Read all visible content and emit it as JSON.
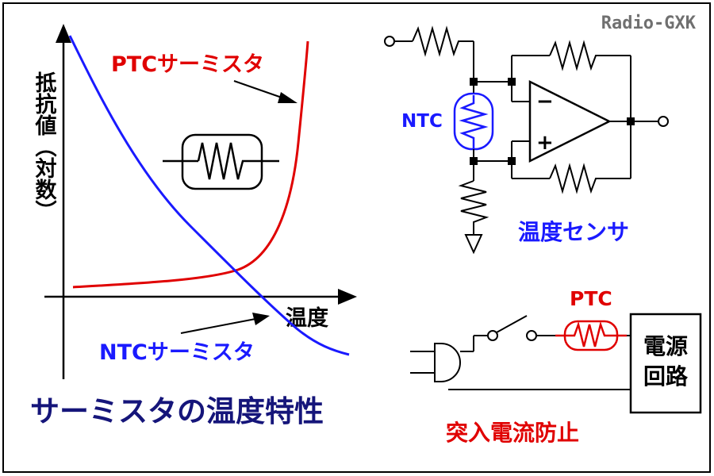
{
  "watermark": "Radio-GXK",
  "graph": {
    "y_axis_label": "抵抗値（対数）",
    "x_axis_label": "温度",
    "ptc_label": "PTCサーミスタ",
    "ntc_label": "NTCサーミスタ",
    "title": "サーミスタの温度特性",
    "colors": {
      "ptc": "#e00000",
      "ntc": "#1a1aff",
      "title": "#15157a"
    }
  },
  "sensor_circuit": {
    "ntc_label": "NTC",
    "opamp_minus": "−",
    "opamp_plus": "+",
    "caption": "温度センサ"
  },
  "inrush_circuit": {
    "ptc_label": "PTC",
    "block_line1": "電源",
    "block_line2": "回路",
    "caption": "突入電流防止"
  }
}
